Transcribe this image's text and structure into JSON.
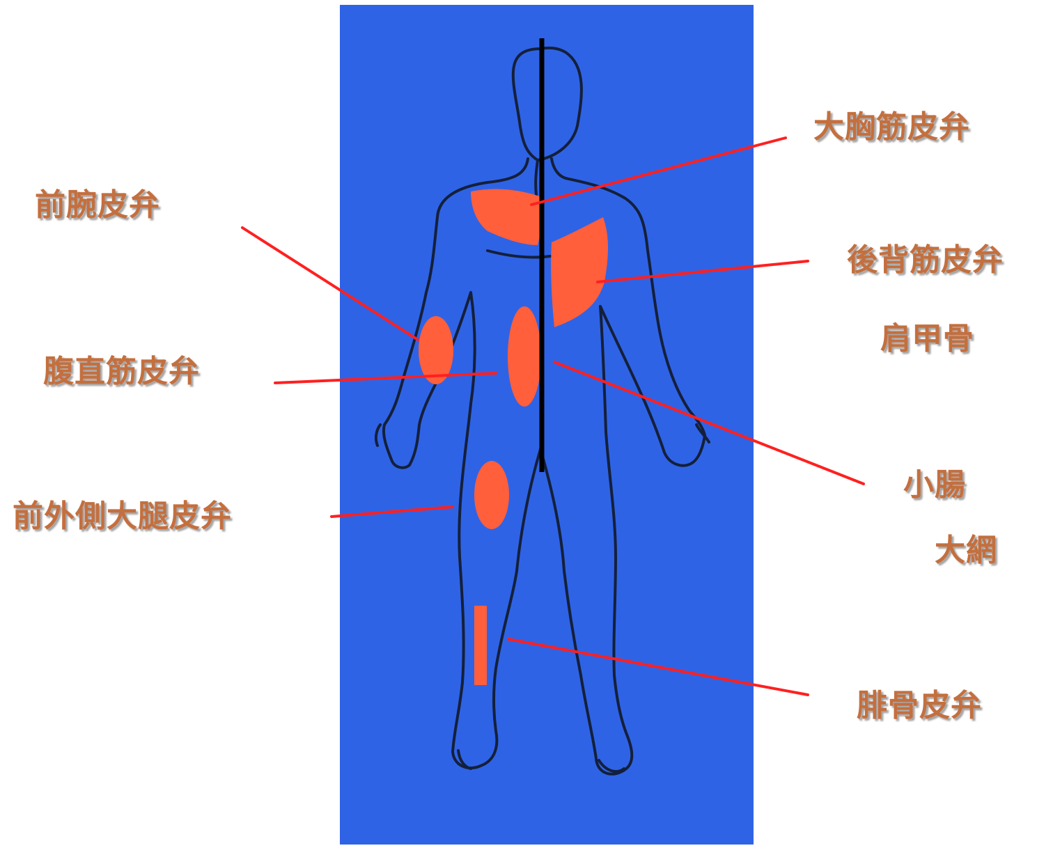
{
  "colors": {
    "panel": "#2f63e6",
    "outline": "#14203a",
    "midline": "#000000",
    "flap": "#ff5f3a",
    "leader": "#ff2020",
    "label": "#c46f3e"
  },
  "labels": {
    "pectoralis": "大胸筋皮弁",
    "forearm": "前腕皮弁",
    "latissimus": "後背筋皮弁",
    "scapula": "肩甲骨",
    "rectus": "腹直筋皮弁",
    "jejunum": "小腸",
    "omentum": "大網",
    "alt": "前外側大腿皮弁",
    "fibula": "腓骨皮弁"
  }
}
